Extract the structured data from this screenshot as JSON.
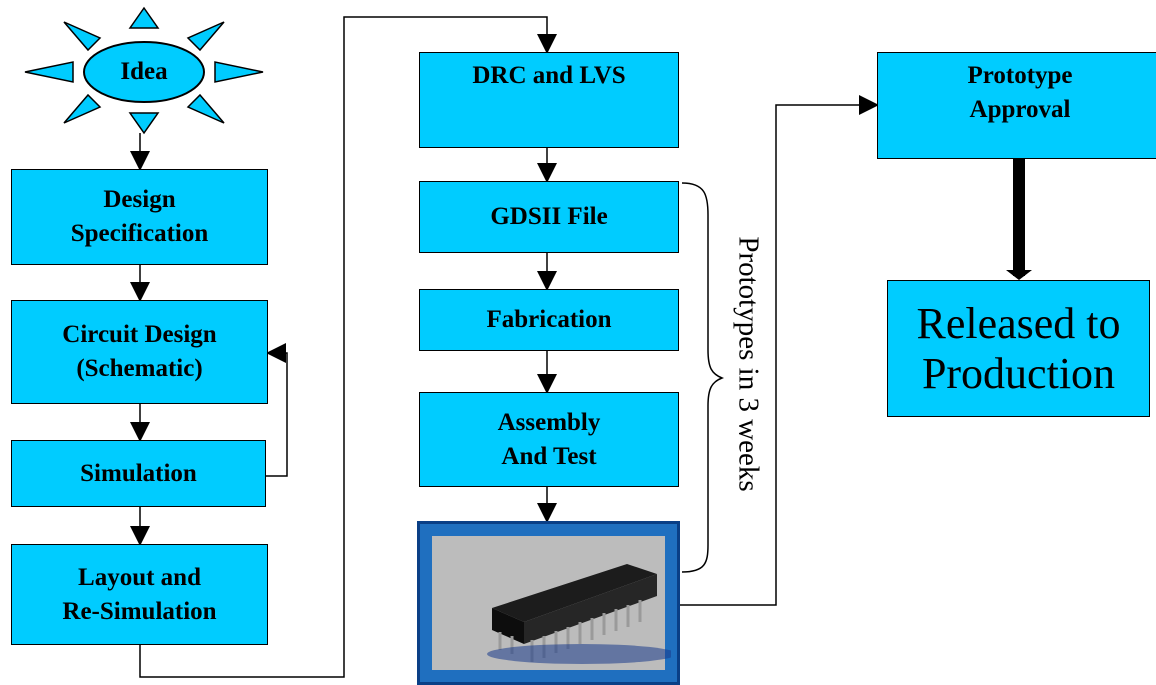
{
  "start": {
    "label": "Idea"
  },
  "flow_left": {
    "design_specification": "Design\nSpecification",
    "circuit_design": "Circuit Design\n(Schematic)",
    "simulation": "Simulation",
    "layout": "Layout and\nRe-Simulation"
  },
  "flow_middle": {
    "drc_lvs": "DRC and LVS",
    "gdsii": "GDSII File",
    "fabrication": "Fabrication",
    "assembly": "Assembly\nAnd Test"
  },
  "flow_right": {
    "prototype_approval": "Prototype\nApproval",
    "released": "Released to\nProduction"
  },
  "brace_note": "Prototypes in 3 weeks",
  "colors": {
    "box_fill": "#00ccff",
    "line": "#000000",
    "photo_frame": "#1f6fbf"
  },
  "icons": {
    "chip_photo": "ic-chip-photo-icon"
  }
}
